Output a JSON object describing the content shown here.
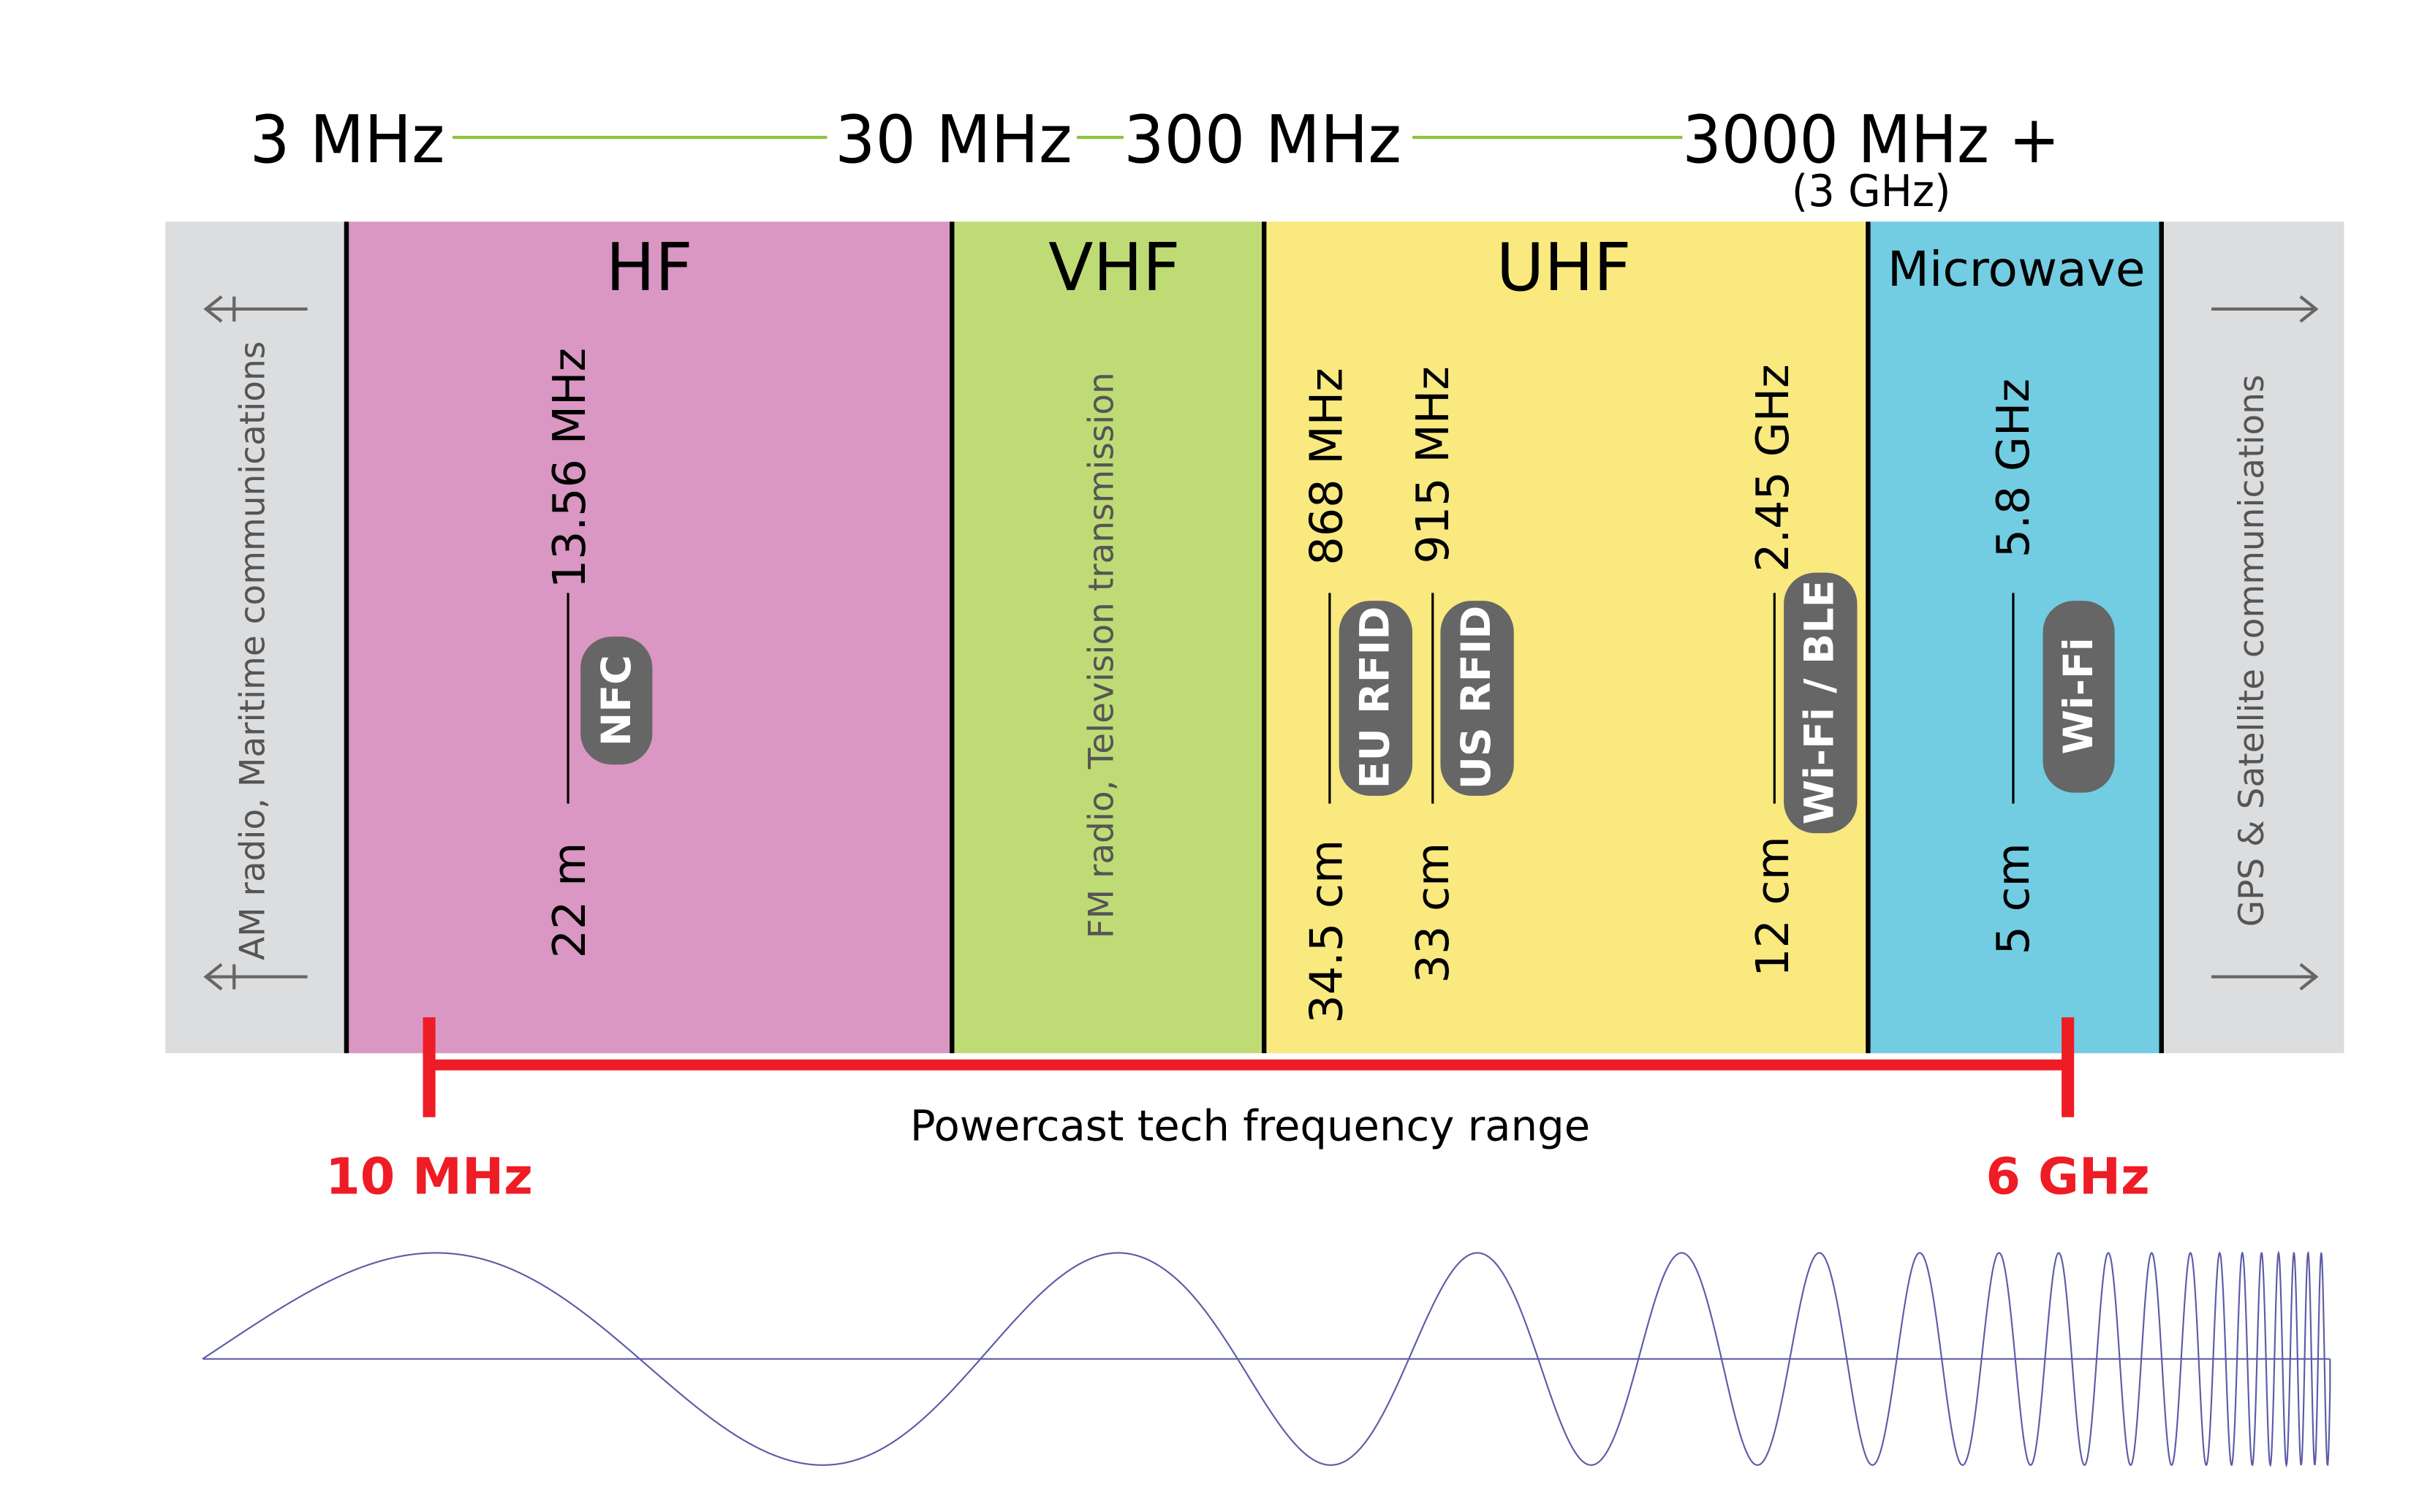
{
  "scale": {
    "labels": [
      "3 MHz",
      "30 MHz",
      "300 MHz",
      "3000 MHz +"
    ],
    "sublabel": "(3 GHz)"
  },
  "bands": [
    {
      "name": "HF",
      "color": "#da97c3"
    },
    {
      "name": "VHF",
      "color": "#bfdb75"
    },
    {
      "name": "UHF",
      "color": "#f9e97f"
    },
    {
      "name": "Microwave",
      "color": "#72cde2"
    }
  ],
  "side": {
    "left": "AM radio, Maritime communications",
    "vhf": "FM radio, Television transmission",
    "right": "GPS & Satellite communications",
    "color": "#dcdddf"
  },
  "markers": [
    {
      "freq": "13.56  MHz",
      "wavelength": "22 m",
      "tech": "NFC"
    },
    {
      "freq": "868  MHz",
      "wavelength": "34.5 cm",
      "tech": "EU RFID"
    },
    {
      "freq": "915  MHz",
      "wavelength": "33 cm",
      "tech": "US RFID"
    },
    {
      "freq": "2.45 GHz",
      "wavelength": "12 cm",
      "tech": "Wi-Fi / BLE"
    },
    {
      "freq": "5.8 GHz",
      "wavelength": "5 cm",
      "tech": "Wi-Fi"
    }
  ],
  "range": {
    "label": "Powercast tech frequency range",
    "start": "10 MHz",
    "end": "6 GHz",
    "color": "#ee1c25"
  }
}
